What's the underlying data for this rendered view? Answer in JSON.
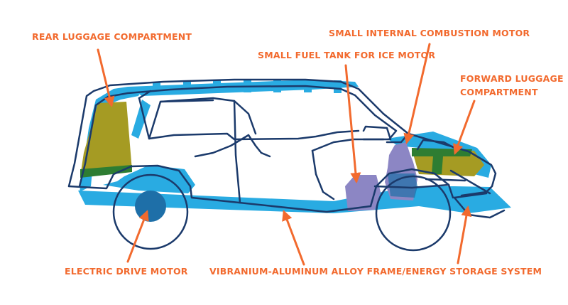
{
  "labels": {
    "rear_luggage": "REAR LUGGAGE COMPARTMENT",
    "small_ice_motor": "SMALL INTERNAL COMBUSTION MOTOR",
    "small_fuel_tank": "SMALL FUEL TANK FOR ICE MOTOR",
    "forward_luggage_line1": "FORWARD LUGGAGE",
    "forward_luggage_line2": "COMPARTMENT",
    "electric_drive_motor": "ELECTRIC DRIVE MOTOR",
    "frame_energy_storage": "VIBRANIUM-ALUMINUM ALLOY FRAME/ENERGY STORAGE SYSTEM"
  },
  "colors": {
    "label_and_arrow": "#f26a2e",
    "frame": "#29abe2",
    "body_outline": "#1b3a6b",
    "luggage": "#a59b23",
    "luggage_band": "#2e7d32",
    "motor_and_tank": "#8c86c4",
    "electric_motor": "#1e6fa8"
  }
}
